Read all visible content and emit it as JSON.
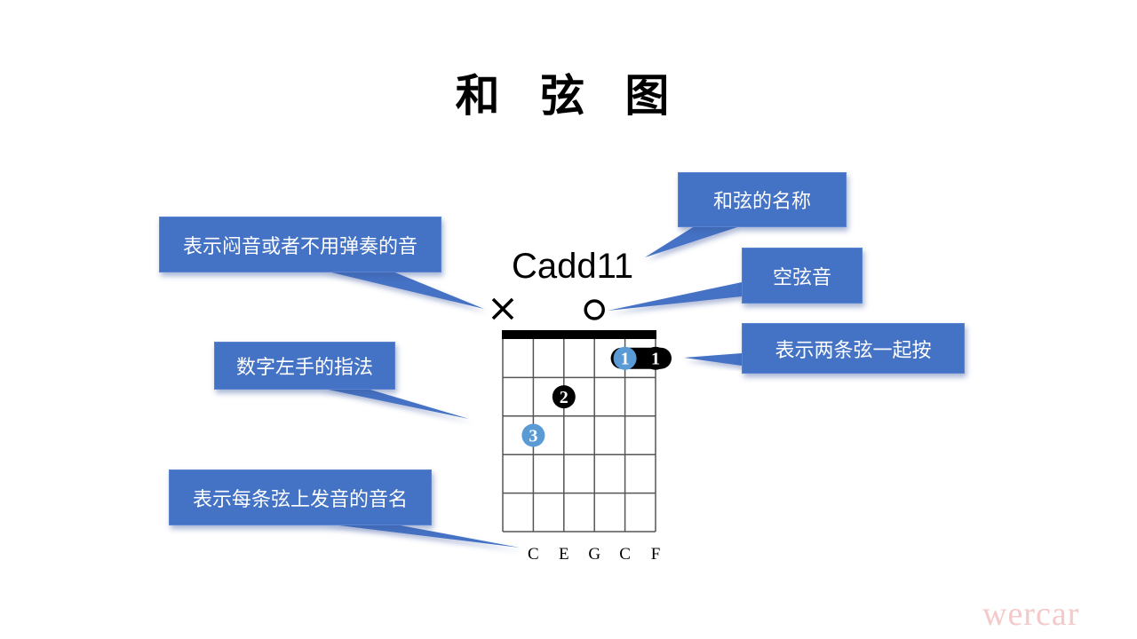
{
  "title": "和 弦 图",
  "chord": {
    "name": "Cadd11",
    "muted_symbol": "✕",
    "open_symbol": "O",
    "string_notes": [
      "C",
      "E",
      "G",
      "C",
      "F"
    ],
    "finger_marks": [
      {
        "finger": "1",
        "string": 5,
        "fret": 1,
        "style": "blue",
        "part_of_barre": true
      },
      {
        "finger": "1",
        "string": 6,
        "fret": 1,
        "style": "black",
        "part_of_barre": true
      },
      {
        "finger": "2",
        "string": 3,
        "fret": 2,
        "style": "black"
      },
      {
        "finger": "3",
        "string": 2,
        "fret": 3,
        "style": "blue"
      }
    ],
    "muted_strings": [
      1
    ],
    "open_strings": [
      4
    ],
    "frets_shown": 5,
    "strings": 6
  },
  "callouts": {
    "chord_name": "和弦的名称",
    "muted": "表示闷音或者不用弹奏的音",
    "open_string": "空弦音",
    "barre": "表示两条弦一起按",
    "fingering": "数字左手的指法",
    "note_names": "表示每条弦上发音的音名"
  },
  "colors": {
    "callout_bg": "#4472c4",
    "finger_blue": "#5b9bd5",
    "finger_black": "#000000"
  },
  "watermark": "wercar"
}
